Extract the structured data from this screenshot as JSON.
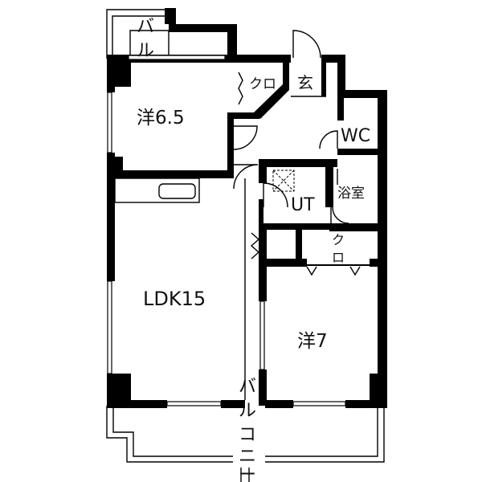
{
  "floor_plan": {
    "rooms": {
      "western_room_small": "洋6.5",
      "living_dining_kitchen": "LDK15",
      "western_room_large": "洋7",
      "toilet": "WC",
      "utility": "UT",
      "bathroom": "浴室",
      "entrance": "玄",
      "closet_top": "クロ",
      "closet_bottom_1": "ク",
      "closet_bottom_2": "ロ"
    },
    "balcony_top": [
      "バ",
      "ル"
    ],
    "balcony_bottom": [
      "バ",
      "ル",
      "コ",
      "ニ",
      "ー"
    ]
  }
}
